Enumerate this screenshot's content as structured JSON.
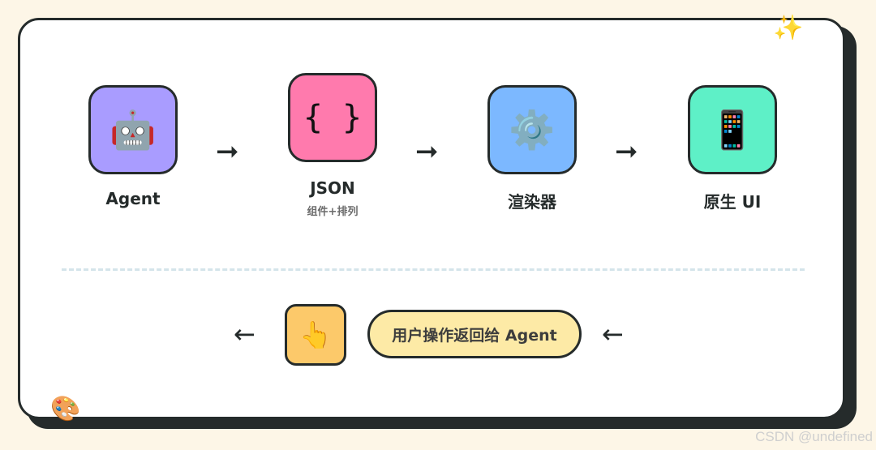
{
  "steps": [
    {
      "label": "Agent",
      "sub": "",
      "icon": "🤖",
      "icon_name": "robot-icon",
      "color": "#a99cff"
    },
    {
      "label": "JSON",
      "sub": "组件+排列",
      "icon": "{ }",
      "icon_name": "braces-icon",
      "color": "#ff7aad"
    },
    {
      "label": "渲染器",
      "sub": "",
      "icon": "⚙️",
      "icon_name": "gear-icon",
      "color": "#7cb8ff"
    },
    {
      "label": "原生 UI",
      "sub": "",
      "icon": "📱",
      "icon_name": "phone-icon",
      "color": "#5ef0c7"
    }
  ],
  "arrows": {
    "forward": "➞",
    "back": "←"
  },
  "feedback": {
    "hand_icon": "👆",
    "hand_icon_name": "pointing-hand-icon",
    "hand_color": "#fcc96a",
    "text": "用户操作返回给 Agent",
    "color": "#fdeaa6"
  },
  "decorations": {
    "sparkles": "✨",
    "palette": "🎨"
  },
  "watermark": "CSDN @undefined"
}
